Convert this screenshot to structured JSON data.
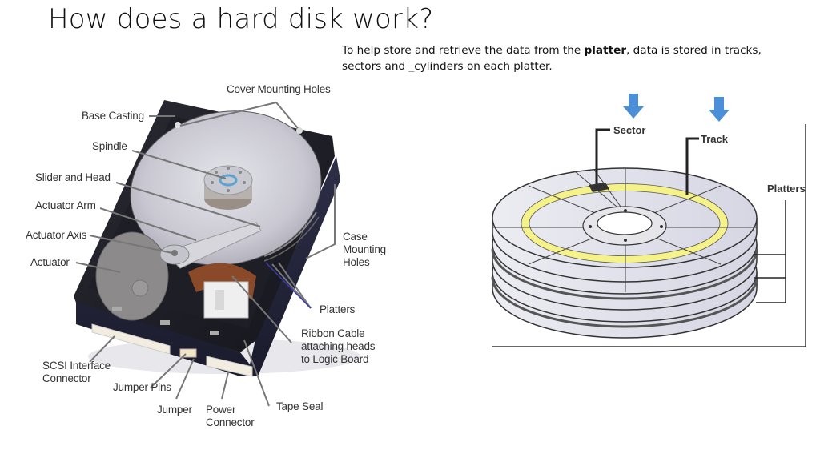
{
  "slide": {
    "title": "How does a hard disk work?",
    "description": {
      "part1": "To help store and retrieve the data from the ",
      "bold": "platter",
      "part2": ", data is stored in tracks,",
      "line2a": "sectors and ",
      "underscore": "_",
      "line2b": "cylinders on each platter."
    }
  },
  "hdd_diagram": {
    "labels": {
      "cover_mounting_holes": "Cover Mounting Holes",
      "base_casting": "Base Casting",
      "spindle": "Spindle",
      "slider_and_head": "Slider and Head",
      "actuator_arm": "Actuator Arm",
      "actuator_axis": "Actuator Axis",
      "actuator": "Actuator",
      "case_mounting_holes_1": "Case",
      "case_mounting_holes_2": "Mounting",
      "case_mounting_holes_3": "Holes",
      "platters": "Platters",
      "ribbon_cable_1": "Ribbon Cable",
      "ribbon_cable_2": "attaching heads",
      "ribbon_cable_3": "to Logic Board",
      "scsi_1": "SCSI Interface",
      "scsi_2": "Connector",
      "jumper_pins": "Jumper Pins",
      "jumper": "Jumper",
      "power_1": "Power",
      "power_2": "Connector",
      "tape_seal": "Tape Seal"
    }
  },
  "platter_diagram": {
    "labels": {
      "sector": "Sector",
      "track": "Track",
      "platters": "Platters"
    },
    "colors": {
      "arrow": "#4a8fd8",
      "track": "#f5f28a",
      "platter": "#dcdce6"
    }
  }
}
